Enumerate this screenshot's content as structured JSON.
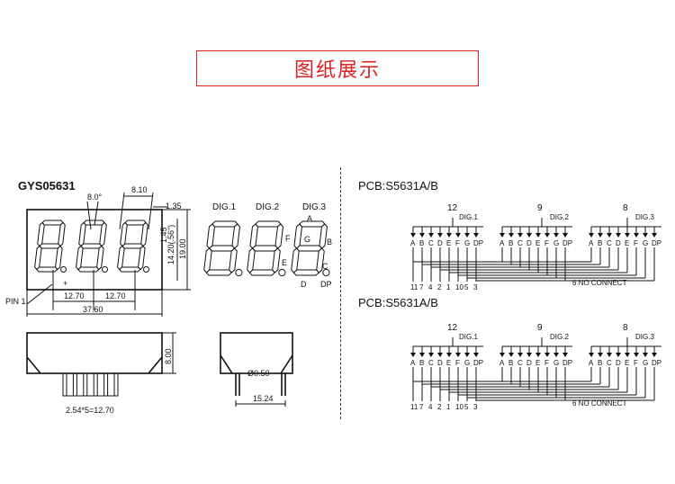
{
  "banner": {
    "title": "图纸展示"
  },
  "left": {
    "part_number": "GYS05631",
    "dims": {
      "d_slant": "8.0°",
      "d_digit_w": "8.10",
      "d_top": "1.35",
      "d_seg_h": "1.45",
      "d_digit_h": "14.20(.56\")",
      "d_body_h": "19.00",
      "d_pitch1": "12.70",
      "d_pitch2": "12.70",
      "d_body_w": "37.60",
      "d_side_h": "8.00",
      "d_pin_pitch": "2.54*5=12.70",
      "d_pin_dia": "Ø0.50",
      "d_row_span": "15.24"
    },
    "pin1_label": "PIN 1",
    "digit_labels": [
      "DIG.1",
      "DIG.2",
      "DIG.3"
    ],
    "segment_letters": {
      "a": "A",
      "b": "B",
      "c": "C",
      "d": "D",
      "e": "E",
      "f": "F",
      "g": "G",
      "dp": "DP"
    }
  },
  "right": {
    "schematics": [
      {
        "title": "PCB:S5631A/B",
        "common_pins": [
          "12",
          "9",
          "8"
        ],
        "digit_labels": [
          "DIG.1",
          "DIG.2",
          "DIG.3"
        ],
        "segments": [
          "A",
          "B",
          "C",
          "D",
          "E",
          "F",
          "G",
          "DP"
        ],
        "pin_numbers": [
          "11",
          "7",
          "4",
          "2",
          "1",
          "10",
          "5",
          "3"
        ],
        "note": "6 NO CONNECT"
      },
      {
        "title": "PCB:S5631A/B",
        "common_pins": [
          "12",
          "9",
          "8"
        ],
        "digit_labels": [
          "DIG.1",
          "DIG.2",
          "DIG.3"
        ],
        "segments": [
          "A",
          "B",
          "C",
          "D",
          "E",
          "F",
          "G",
          "DP"
        ],
        "pin_numbers": [
          "11",
          "7",
          "4",
          "2",
          "1",
          "10",
          "5",
          "3"
        ],
        "note": "6 NO CONNECT"
      }
    ]
  }
}
